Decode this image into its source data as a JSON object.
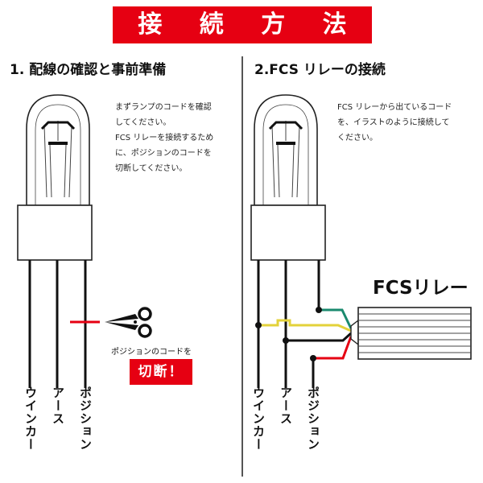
{
  "title": "接 続 方 法",
  "step1": {
    "heading": "1. 配線の確認と事前準備",
    "note_lines": [
      "まずランプのコードを確認",
      "してください。",
      "FCS リレーを接続するため",
      "に、ポジションのコードを",
      "切断してください。"
    ],
    "cut_note": "ポジションのコードを",
    "cut_badge": "切断！"
  },
  "step2": {
    "heading": "2.FCS リレーの接続",
    "note_lines": [
      "FCS リレーから出ているコード",
      "を、イラストのように接続して",
      "ください。"
    ],
    "relay_label": "FCSリレー"
  },
  "wire_labels": {
    "winker": "ウインカー",
    "earth": "アース",
    "position": "ポジション"
  },
  "colors": {
    "banner": "#e60012",
    "cut_wire": "#e60012",
    "relay_green": "#1a8a6e",
    "relay_yellow": "#e3d23a",
    "relay_red": "#e60012",
    "relay_black": "#111111"
  }
}
